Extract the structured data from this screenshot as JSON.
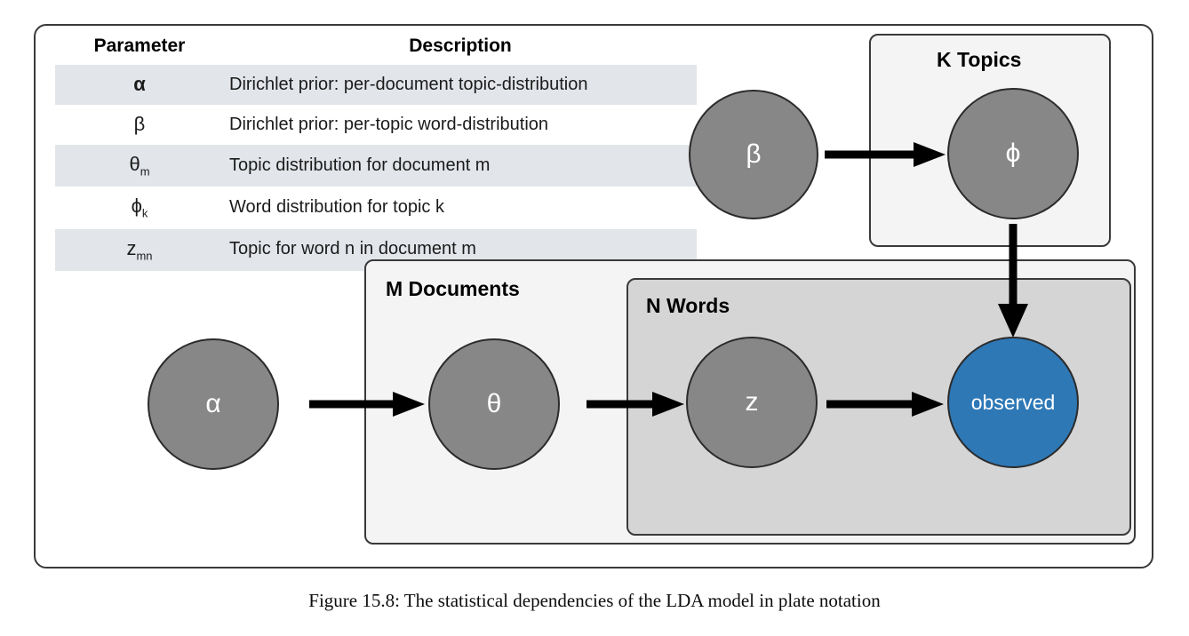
{
  "figure": {
    "caption": "Figure 15.8: The statistical dependencies of the LDA model in plate notation"
  },
  "table": {
    "headers": {
      "parameter": "Parameter",
      "description": "Description"
    },
    "rows": [
      {
        "symbol": "α",
        "subscript": "",
        "description": "Dirichlet prior: per-document topic-distribution",
        "striped": true
      },
      {
        "symbol": "β",
        "subscript": "",
        "description": "Dirichlet prior: per-topic word-distribution",
        "striped": false
      },
      {
        "symbol": "θ",
        "subscript": "m",
        "description": "Topic distribution for document m",
        "striped": true
      },
      {
        "symbol": "ϕ",
        "subscript": "k",
        "description": "Word distribution for topic k",
        "striped": false
      },
      {
        "symbol": "z",
        "subscript": "mn",
        "description": "Topic for word n in document m",
        "striped": true
      }
    ]
  },
  "diagram": {
    "plates": {
      "k_topics": {
        "label": "K Topics",
        "fill": "#f4f4f4"
      },
      "m_documents": {
        "label": "M Documents",
        "fill": "#f4f4f4"
      },
      "n_words": {
        "label": "N Words",
        "fill": "#d5d5d5"
      }
    },
    "nodes": {
      "alpha": {
        "label": "α",
        "type": "latent",
        "color": "#878787"
      },
      "beta": {
        "label": "β",
        "type": "latent",
        "color": "#878787"
      },
      "phi": {
        "label": "ϕ",
        "type": "latent",
        "color": "#878787"
      },
      "theta": {
        "label": "θ",
        "type": "latent",
        "color": "#878787"
      },
      "z": {
        "label": "z",
        "type": "latent",
        "color": "#878787"
      },
      "observed": {
        "label": "observed",
        "type": "observed",
        "color": "#2e78b6"
      }
    },
    "edges": [
      {
        "from": "beta",
        "to": "phi"
      },
      {
        "from": "alpha",
        "to": "theta"
      },
      {
        "from": "theta",
        "to": "z"
      },
      {
        "from": "z",
        "to": "observed"
      },
      {
        "from": "phi",
        "to": "observed"
      }
    ]
  }
}
